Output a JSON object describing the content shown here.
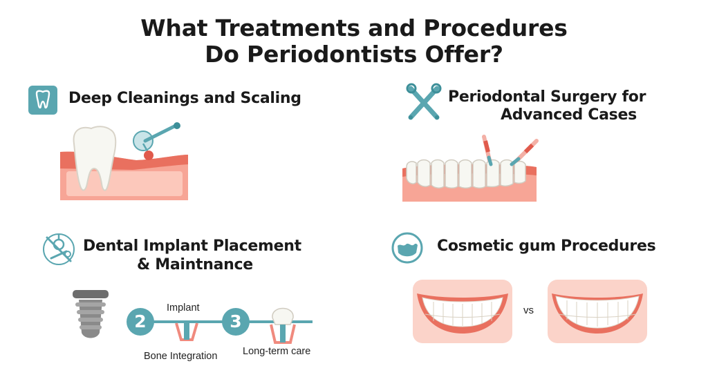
{
  "title": {
    "line1": "What Treatments and Procedures",
    "line2": "Do Periodontists Offer?"
  },
  "sections": [
    {
      "heading": "Deep Cleanings and Scaling",
      "icon": "tooth-icon"
    },
    {
      "heading_line1": "Periodontal Surgery for",
      "heading_line2": "Advanced Cases",
      "icon": "crossed-dental-tools-icon"
    },
    {
      "heading_line1": "Dental Implant Placement",
      "heading_line2": "& Maintnance",
      "icon": "implant-tools-icon"
    },
    {
      "heading": "Cosmetic gum Procedures",
      "icon": "gum-wave-icon"
    }
  ],
  "implant_steps": {
    "step2_number": "2",
    "step3_number": "3",
    "label_implant": "Implant",
    "label_bone": "Bone Integration",
    "label_care": "Long-term care"
  },
  "comparison_label": "vs",
  "colors": {
    "teal": "#5aa6b0",
    "gum": "#f08a7e",
    "gum_light": "#fbd3c9",
    "tooth": "#f4f4f0"
  }
}
